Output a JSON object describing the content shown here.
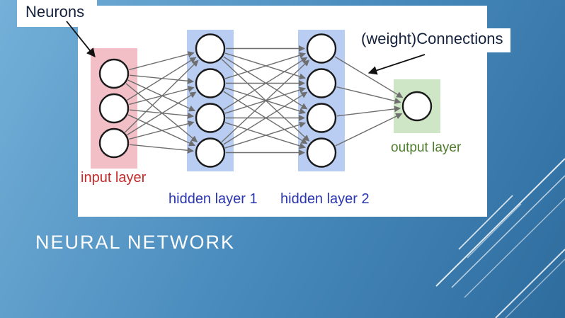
{
  "slide": {
    "title": "NEURAL NETWORK"
  },
  "annotations": {
    "neurons_label": "Neurons",
    "connections_label": "(weight)Connections"
  },
  "network": {
    "layers": [
      {
        "name": "input",
        "label": "input layer",
        "label_color": "#c42a2a",
        "box_color": "#f2bfc7",
        "neurons": 3
      },
      {
        "name": "hidden1",
        "label": "hidden layer 1",
        "label_color": "#2a35b0",
        "box_color": "#b9cdf2",
        "neurons": 4
      },
      {
        "name": "hidden2",
        "label": "hidden layer 2",
        "label_color": "#2a35b0",
        "box_color": "#b9cdf2",
        "neurons": 4
      },
      {
        "name": "output",
        "label": "output layer",
        "label_color": "#4e7c2d",
        "box_color": "#cfe6c6",
        "neurons": 1
      }
    ]
  },
  "colors": {
    "background_top": "#74b0d8",
    "background_mid": "#4a8cbe",
    "background_bottom": "#2e6c9e",
    "panel": "#ffffff",
    "annotation_text": "#14213d",
    "annotation_arrow": "#111111",
    "connection": "#6e6e6e",
    "neuron_fill": "#ffffff",
    "neuron_stroke": "#1a1a1a",
    "title_text": "#ffffff",
    "decor_line": "#ffffff"
  }
}
